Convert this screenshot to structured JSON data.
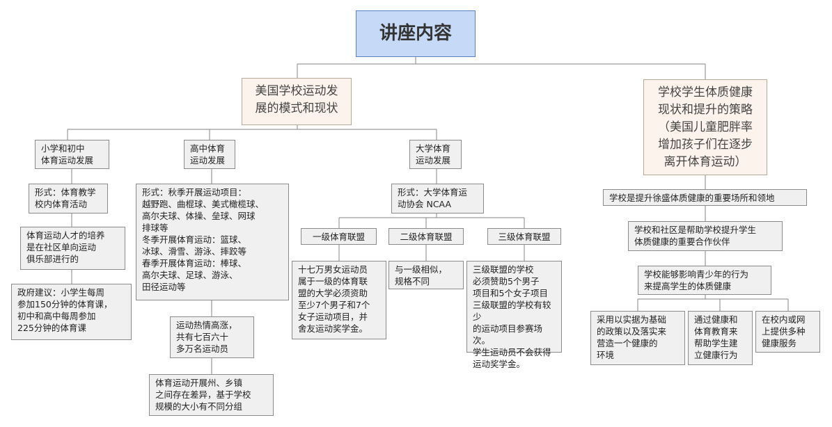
{
  "root": "讲座内容",
  "left": {
    "title": "美国学校运动发\n展的模式和现状",
    "primary": {
      "title": "小学和初中\n体育运动发展",
      "items": [
        "形式：体育教学\n校内体育活动",
        "体育运动人才的培养\n是在社区单向运动\n俱乐部进行的",
        "政府建议：小学生每周\n参加150分钟的体育课，\n初中和高中每周参加\n225分钟的体育课"
      ]
    },
    "high": {
      "title": "高中体育\n运动发展",
      "items": [
        "形式：秋季开展运动项目：\n越野跑、曲棍球、美式橄榄球、\n高尔夫球、体操、垒球、网球\n排球等\n冬季开展体育运动：篮球、\n冰球、滑雪、游泳、摔跤等\n春季开展体育运动：棒球、\n高尔夫球、足球、游泳、\n田径运动等",
        "运动热情高涨，\n共有七百六十\n多万名运动员",
        "体育运动开展州、乡镇\n之间存在差异，基于学校\n规模的大小有不同分组"
      ]
    },
    "college": {
      "title": "大学体育\n运动发展",
      "form": "形式：大学体育运\n动协会 NCAA",
      "divisions": [
        {
          "title": "一级体育联盟",
          "desc": "十七万男女运动员\n属于一级的体育联\n盟的大学必须资助\n至少7个男子和7个\n女子运动项目，并\n舍友运动奖学金。"
        },
        {
          "title": "二级体育联盟",
          "desc": "与一级相似，\n规格不同"
        },
        {
          "title": "三级体育联盟",
          "desc": "三级联盟的学校\n必须赞助5个男子\n项目和5个女子项目\n三级联盟的学校有较少\n的运动项目参赛场次。\n学生运动员不会获得\n运动奖学金。"
        }
      ]
    }
  },
  "right": {
    "title": "学校学生体质健康\n现状和提升的策略\n（美国儿童肥胖率\n增加孩子们在逐步\n离开体育运动）",
    "chain": [
      "学校是提升徐盛体质健康的重要场所和领地",
      "学校和社区是帮助学校提升学生\n体质健康的重要合作伙伴",
      "学校能够影响青少年的行为\n来提高学生的体质健康"
    ],
    "strategies": [
      "采用以实据为基础\n的政策以及落实来\n营造一个健康的\n环境",
      "通过健康和\n体育教育来\n帮助学生建\n立健康行为",
      "在校内或网\n上提供多种\n健康服务"
    ]
  }
}
